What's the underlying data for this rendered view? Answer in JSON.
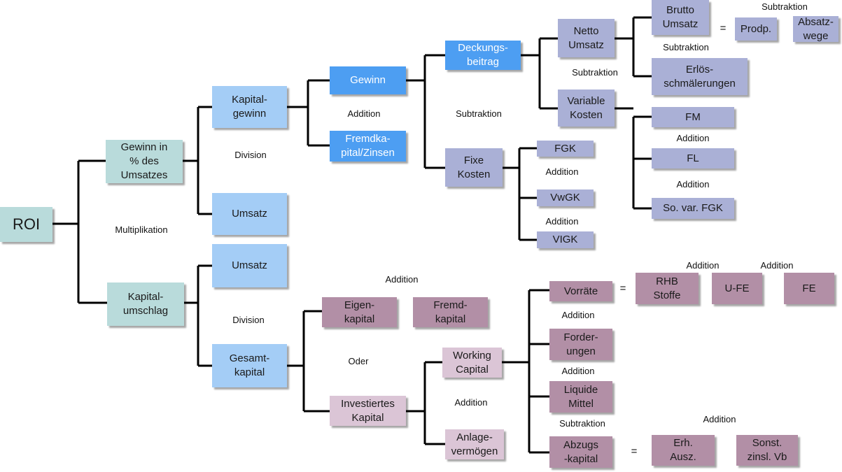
{
  "nodes": {
    "roi": "ROI",
    "gewinn_umsatz": "Gewinn in\n% des\nUmsatzes",
    "kapitalumschlag": "Kapital-\numschlag",
    "kapitalgewinn": "Kapital-\ngewinn",
    "umsatz1": "Umsatz",
    "umsatz2": "Umsatz",
    "gesamtkapital": "Gesamt-\nkapital",
    "gewinn": "Gewinn",
    "fremdkapitalzinsen": "Fremdka-\npital/Zinsen",
    "deckungsbeitrag": "Deckungs-\nbeitrag",
    "fixe_kosten": "Fixe\nKosten",
    "netto_umsatz": "Netto\nUmsatz",
    "variable_kosten": "Variable\nKosten",
    "brutto_umsatz": "Brutto\nUmsatz",
    "prodp": "Prodp.",
    "absatzwege": "Absatz-\nwege",
    "erloesschmaelerungen": "Erlös-\nschmälerungen",
    "fm": "FM",
    "fl": "FL",
    "so_var_fgk": "So. var. FGK",
    "fgk": "FGK",
    "vwgk": "VwGK",
    "vigk": "VIGK",
    "eigenkapital": "Eigen-\nkapital",
    "fremdkapital": "Fremd-\nkapital",
    "investiertes_kapital": "Investiertes\nKapital",
    "working_capital": "Working\nCapital",
    "anlagevermoegen": "Anlage-\nvermögen",
    "vorraete": "Vorräte",
    "forderungen": "Forder-\nungen",
    "liquide_mittel": "Liquide\nMittel",
    "abzugskapital": "Abzugs\n-kapital",
    "rhb_stoffe": "RHB\nStoffe",
    "u_fe": "U-FE",
    "fe": "FE",
    "erh_ausz": "Erh.\nAusz.",
    "sonst_zinsl_vb": "Sonst.\nzinsl. Vb"
  },
  "labels": {
    "multiplikation": "Multiplikation",
    "division_top": "Division",
    "division_bottom": "Division",
    "addition_gewinn": "Addition",
    "subtraktion_db": "Subtraktion",
    "subtraktion_netto": "Subtraktion",
    "subtraktion_brutto": "Subtraktion",
    "subtraktion_top": "Subtraktion",
    "addition_fm": "Addition",
    "addition_fl": "Addition",
    "addition_fgk": "Addition",
    "addition_vwgk": "Addition",
    "addition_eigen": "Addition",
    "oder": "Oder",
    "addition_invest": "Addition",
    "addition_vorraete": "Addition",
    "addition_forder": "Addition",
    "subtraktion_liquide": "Subtraktion",
    "addition_rhb": "Addition",
    "addition_ufe": "Addition",
    "addition_erh": "Addition",
    "equals_brutto": "=",
    "equals_vorraete": "=",
    "equals_abzugs": "="
  },
  "colors": {
    "teal": "#b9dbdb",
    "light_blue": "#a4cdf6",
    "medium_blue": "#4d9ef2",
    "lavender": "#aab0d6",
    "mauve": "#b28fa6",
    "pale_mauve": "#dbc5d6",
    "connector": "#000000"
  }
}
